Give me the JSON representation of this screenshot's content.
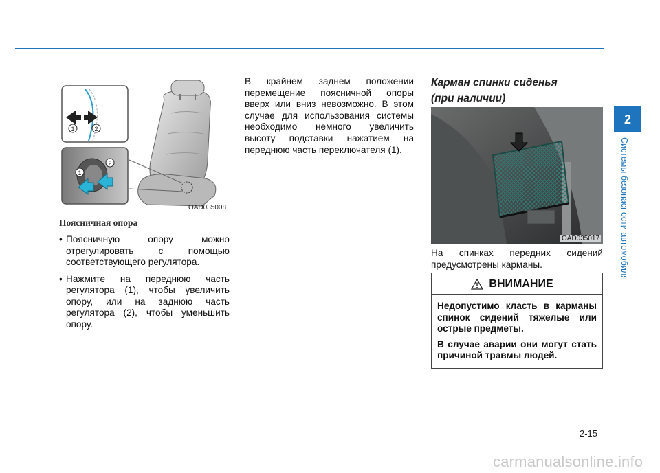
{
  "page": {
    "section_number": "2",
    "side_label": "Системы безопасности автомобиля",
    "page_number": "2-15",
    "watermark": "carmanualsonline.info",
    "accent_color": "#1e74bd"
  },
  "left_column": {
    "figure_code": "OAD035008",
    "callouts": [
      "1",
      "2"
    ],
    "heading": "Поясничная опора",
    "bullets": [
      "Поясничную опору можно отрегулировать с помощью соответствующего регулятора.",
      "Нажмите на переднюю часть регулятора (1), чтобы увеличить опору, или на заднюю часть регулятора (2), чтобы уменьшить опору."
    ]
  },
  "middle_column": {
    "paragraph": "В крайнем заднем положении перемещение поясничной опоры вверх или вниз невозможно. В этом случае для использования системы необходимо немного увеличить высоту подставки нажатием на переднюю часть переключателя (1)."
  },
  "right_column": {
    "title_line1": "Карман спинки сиденья",
    "title_line2": "(при наличии)",
    "figure_code": "OAD035017",
    "paragraph": "На спинках передних сидений предусмотрены карманы.",
    "warning": {
      "icon": "warning-triangle-icon",
      "title": "ВНИМАНИЕ",
      "p1": "Недопустимо класть в карманы спинок сидений тяжелые или острые предметы.",
      "p2": "В случае аварии они могут стать причиной травмы людей."
    }
  }
}
